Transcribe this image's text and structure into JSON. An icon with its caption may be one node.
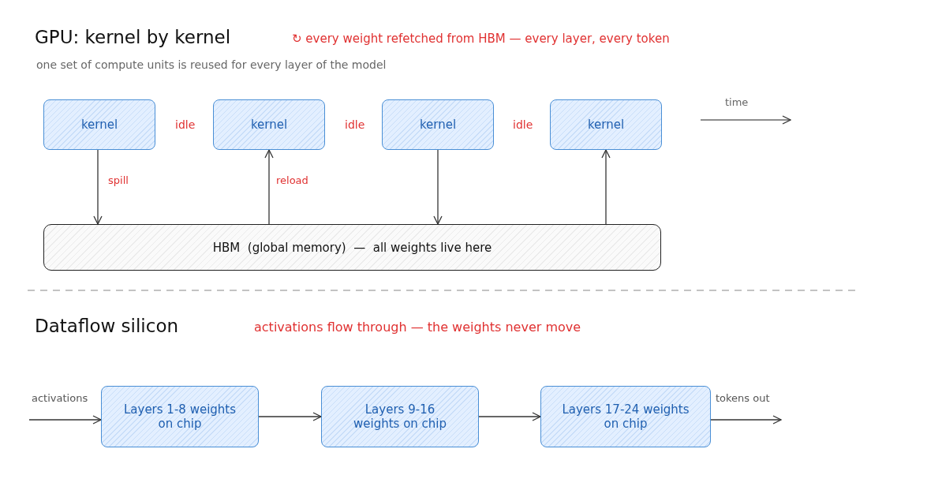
{
  "diagram": {
    "nodes": [
      {
        "text": [
          "kernel"
        ]
      },
      {
        "text": [
          "kernel"
        ]
      },
      {
        "text": [
          "kernel"
        ]
      },
      {
        "text": [
          "kernel"
        ]
      },
      {
        "text": [
          "HBM  (global memory)  —  all weights live here"
        ]
      },
      {
        "text": [
          "Layers 1-8 weights on chip"
        ]
      },
      {
        "text": [
          "Layers 9-16 weights on chip"
        ]
      },
      {
        "text": [
          "Layers 17-24 weights on chip"
        ]
      }
    ],
    "edges": [
      {
        "from": 0,
        "to": 4,
        "arrow": "to",
        "label": "spill"
      },
      {
        "from": 4,
        "to": 1,
        "arrow": "to",
        "label": "reload"
      },
      {
        "from": 2,
        "to": 4,
        "arrow": "to"
      },
      {
        "from": 4,
        "to": 3,
        "arrow": "to"
      },
      {
        "from": null,
        "to": 5,
        "arrow": "to",
        "label": "activations"
      },
      {
        "from": 5,
        "to": 6,
        "arrow": "to"
      },
      {
        "from": 6,
        "to": 7,
        "arrow": "to"
      },
      {
        "from": 7,
        "to": null,
        "arrow": "to",
        "label": "tokens out"
      }
    ],
    "labels": [
      "GPU: kernel by kernel",
      "↻ every weight refetched from HBM — every layer, every token",
      "one set of compute units is reused for every layer of the model",
      "idle",
      "idle",
      "idle",
      "time",
      "Dataflow silicon",
      "activations flow through — the weights never move"
    ]
  }
}
